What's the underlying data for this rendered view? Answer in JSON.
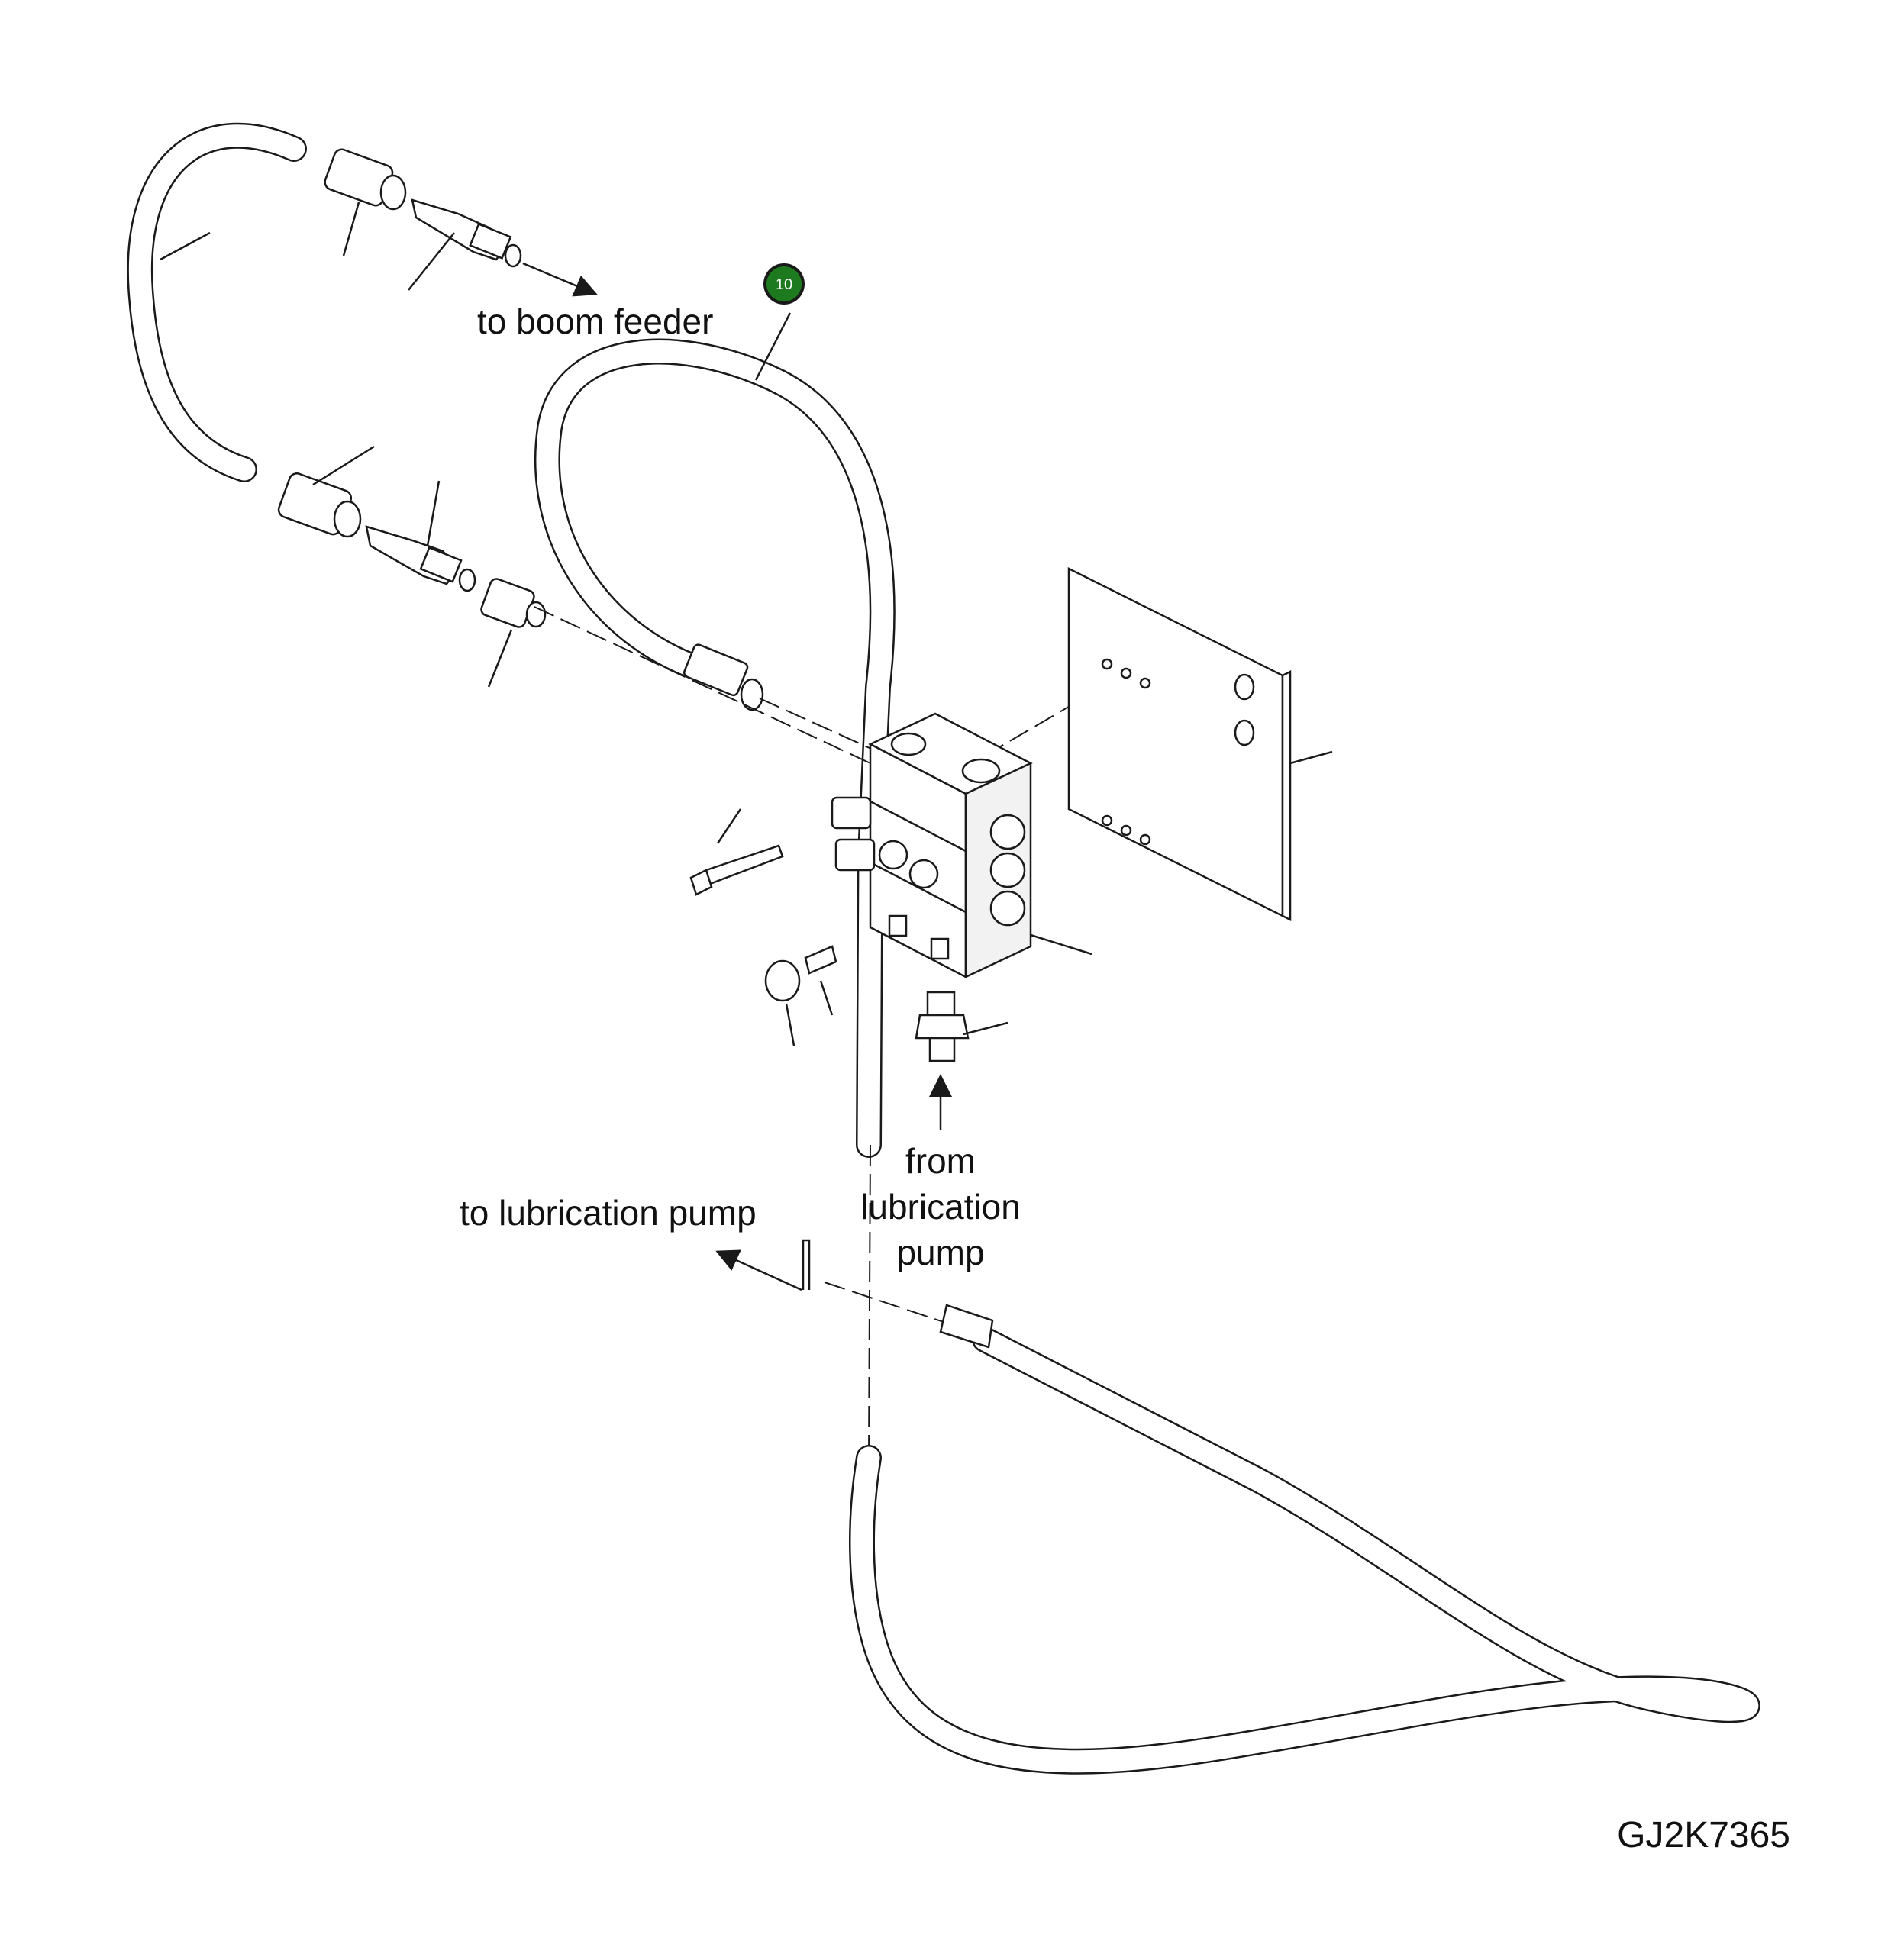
{
  "labels": {
    "to_boom_feeder": "to boom feeder",
    "to_lubrication_pump": "to lubrication pump",
    "from_lubrication_pump_line1": "from",
    "from_lubrication_pump_line2": "lubrication",
    "from_lubrication_pump_line3": "pump"
  },
  "callout": {
    "number": "10",
    "color": "#1e7a1e"
  },
  "drawing_code": "GJ2K7365",
  "colors": {
    "line": "#1a1a1a",
    "background": "#ffffff",
    "callout": "#1e7a1e"
  }
}
